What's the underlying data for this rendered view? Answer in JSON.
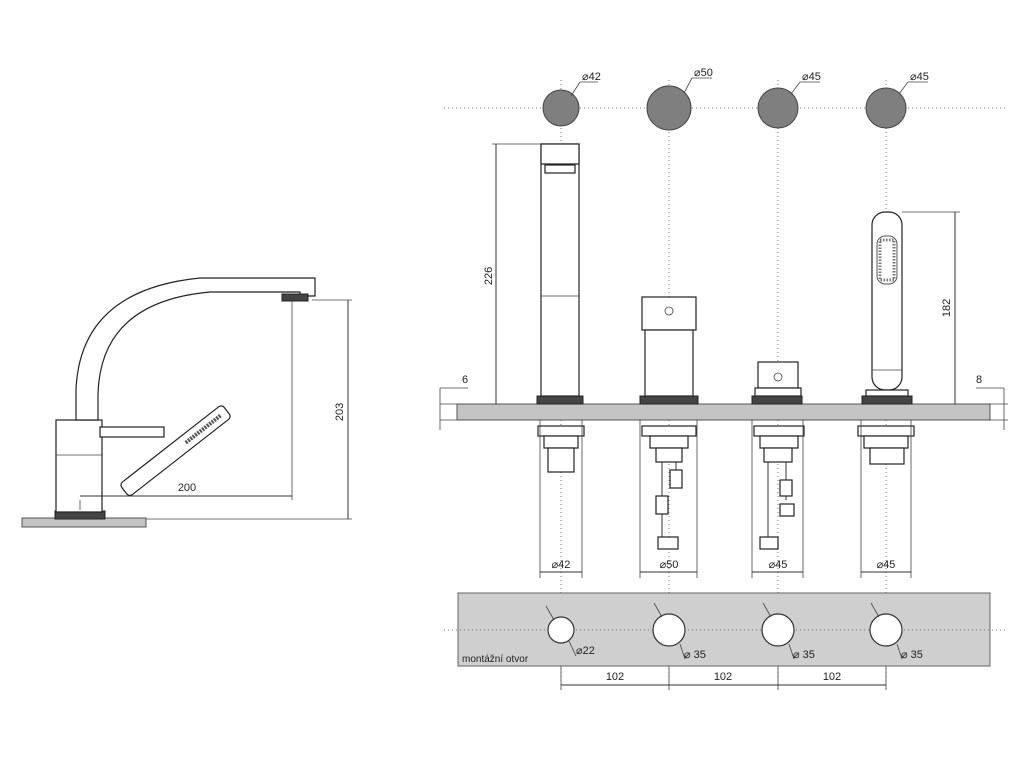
{
  "side_view": {
    "height_label": "203",
    "reach_label": "200"
  },
  "front_view": {
    "top_diameters": [
      "⌀42",
      "⌀50",
      "⌀45",
      "⌀45"
    ],
    "spout_height": "226",
    "shower_height": "182",
    "deck_left_dim": "6",
    "deck_right_dim": "8",
    "bottom_diameters": [
      "⌀42",
      "⌀50",
      "⌀45",
      "⌀45"
    ]
  },
  "mount_plate": {
    "label": "montážní otvor",
    "hole_diameters": [
      "⌀22",
      "⌀ 35",
      "⌀ 35",
      "⌀ 35"
    ],
    "spacings": [
      "102",
      "102",
      "102"
    ]
  },
  "colors": {
    "deck": "#c4c4c4",
    "top_circles": "#7f7f7f",
    "plate": "#cfcfcf"
  }
}
